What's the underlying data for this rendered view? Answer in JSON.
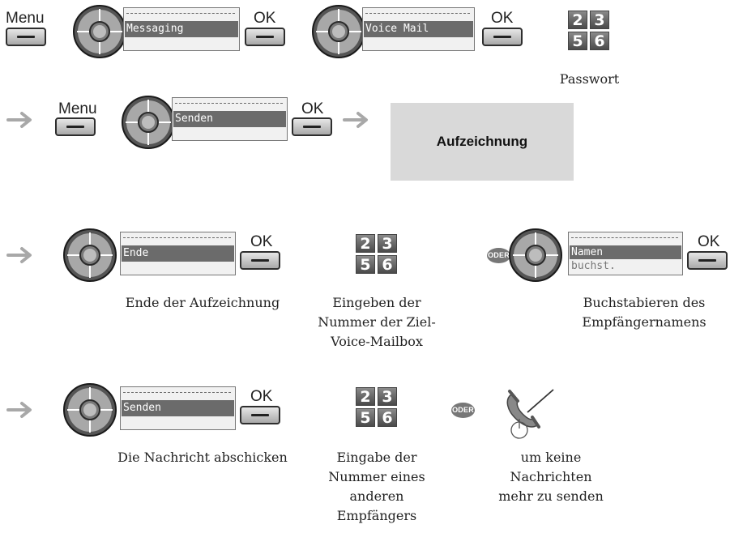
{
  "row1": {
    "menu_label": "Menu",
    "display1_text": "Messaging",
    "ok1_label": "OK",
    "display2_text": "Voice Mail",
    "ok2_label": "OK",
    "keypad_caption": "Passwort"
  },
  "row2": {
    "menu_label": "Menu",
    "display_text": "Senden",
    "ok_label": "OK",
    "box_text": "Aufzeichnung"
  },
  "row3": {
    "display_text": "Ende",
    "ok_label": "OK",
    "caption_end": "Ende der Aufzeichnung",
    "caption_keypad": [
      "Eingeben der",
      "Nummer der Ziel-",
      "Voice-Mailbox"
    ],
    "oder_label": "ODER",
    "display2_line1": "Namen",
    "display2_line2": "buchst.",
    "ok2_label": "OK",
    "caption_spell": [
      "Buchstabieren des",
      "Empfängernamens"
    ]
  },
  "row4": {
    "display_text": "Senden",
    "ok_label": "OK",
    "caption_send": "Die Nachricht abschicken",
    "caption_keypad": [
      "Eingabe der",
      "Nummer eines",
      "anderen",
      "Empfängers"
    ],
    "oder_label": "ODER",
    "caption_hangup": [
      "um keine",
      "Nachrichten",
      "mehr zu senden"
    ]
  },
  "keypad_digits": [
    "2",
    "3",
    "5",
    "6"
  ],
  "icons": {
    "arrow": "right-arrow-icon",
    "wheel": "navigator-wheel-icon",
    "keypad": "keypad-icon",
    "hangup": "hang-up-handset-icon"
  },
  "colors": {
    "arrow": "#a8a8a8",
    "highlight": "#6b6b6b",
    "box": "#d9d9d9"
  }
}
